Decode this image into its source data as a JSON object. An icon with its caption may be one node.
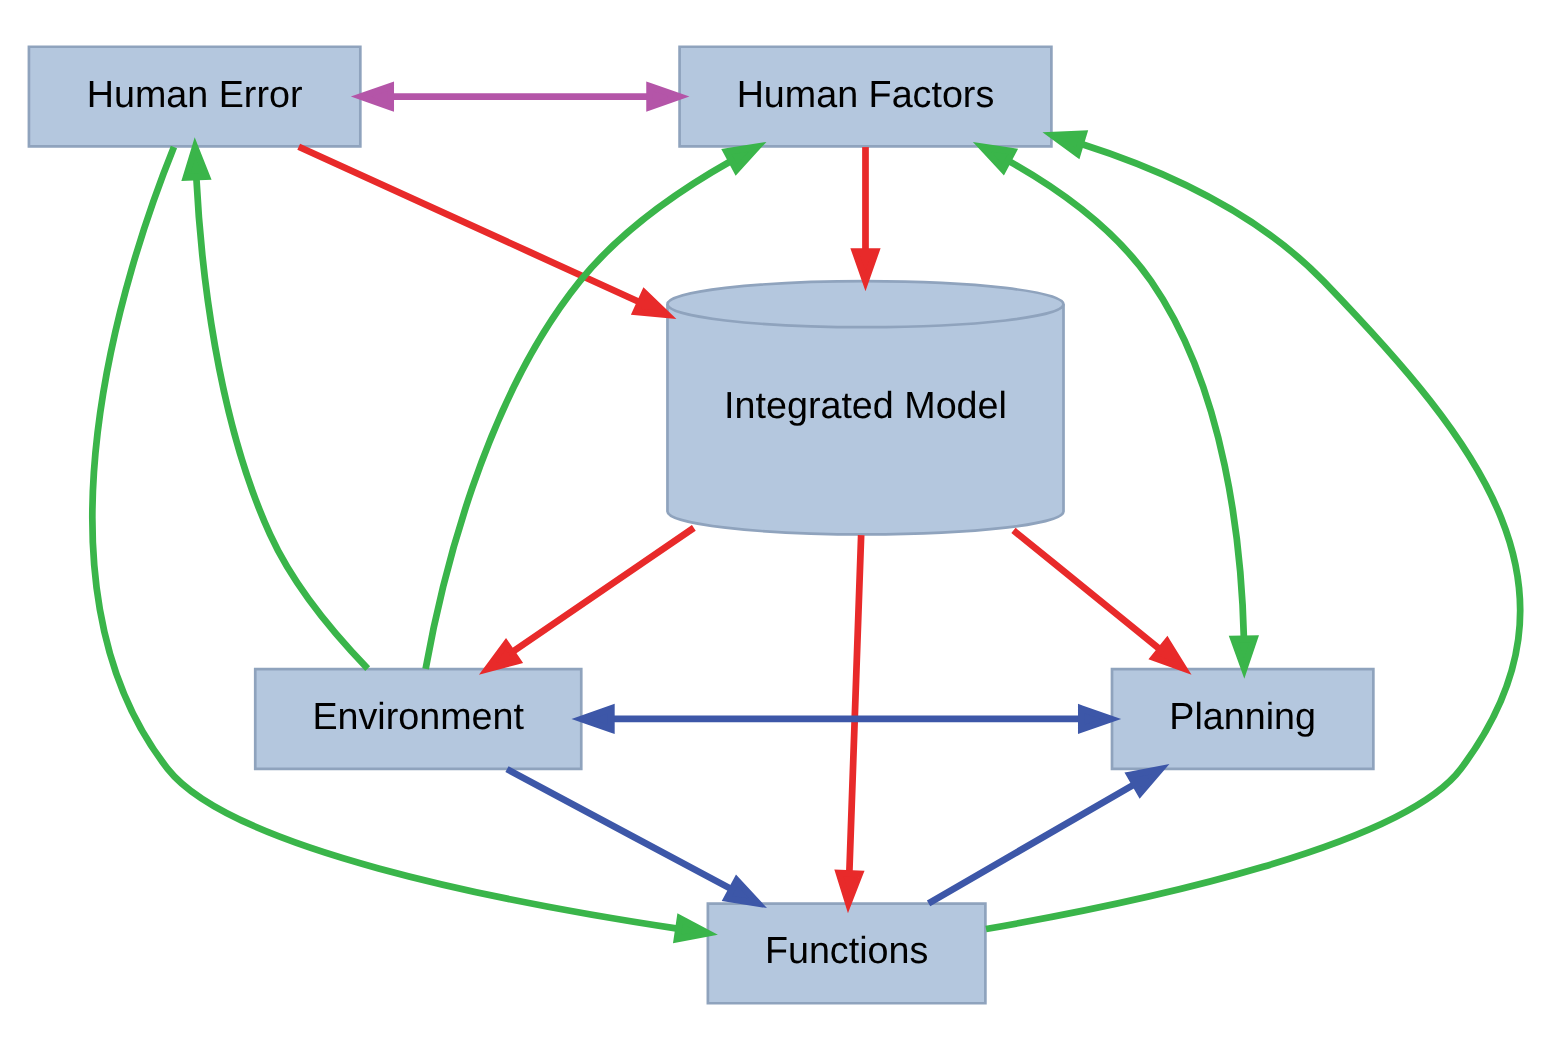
{
  "diagram": {
    "nodes": [
      {
        "text": [
          "Human Error"
        ]
      },
      {
        "text": [
          "Human Factors"
        ]
      },
      {
        "text": [
          "Integrated Model"
        ]
      },
      {
        "text": [
          "Environment"
        ]
      },
      {
        "text": [
          "Planning"
        ]
      },
      {
        "text": [
          "Functions"
        ]
      }
    ],
    "edges": [
      {
        "from": 0,
        "to": 1,
        "arrow": "both",
        "color": "#b455a8"
      },
      {
        "from": 0,
        "to": 2,
        "arrow": "to",
        "color": "#e82a2a"
      },
      {
        "from": 1,
        "to": 2,
        "arrow": "to",
        "color": "#e82a2a"
      },
      {
        "from": 2,
        "to": 3,
        "arrow": "to",
        "color": "#e82a2a"
      },
      {
        "from": 2,
        "to": 4,
        "arrow": "to",
        "color": "#e82a2a"
      },
      {
        "from": 2,
        "to": 5,
        "arrow": "to",
        "color": "#e82a2a"
      },
      {
        "from": 3,
        "to": 0,
        "arrow": "to",
        "color": "#3ab54a"
      },
      {
        "from": 1,
        "to": 4,
        "arrow": "both",
        "color": "#3ab54a"
      },
      {
        "from": 0,
        "to": 5,
        "arrow": "to",
        "color": "#3ab54a"
      },
      {
        "from": 3,
        "to": 1,
        "arrow": "to",
        "color": "#3ab54a"
      },
      {
        "from": 5,
        "to": 1,
        "arrow": "to",
        "color": "#3ab54a"
      },
      {
        "from": 3,
        "to": 4,
        "arrow": "both",
        "color": "#3d57a8"
      },
      {
        "from": 3,
        "to": 5,
        "arrow": "to",
        "color": "#3d57a8"
      },
      {
        "from": 5,
        "to": 4,
        "arrow": "to",
        "color": "#3d57a8"
      }
    ]
  }
}
